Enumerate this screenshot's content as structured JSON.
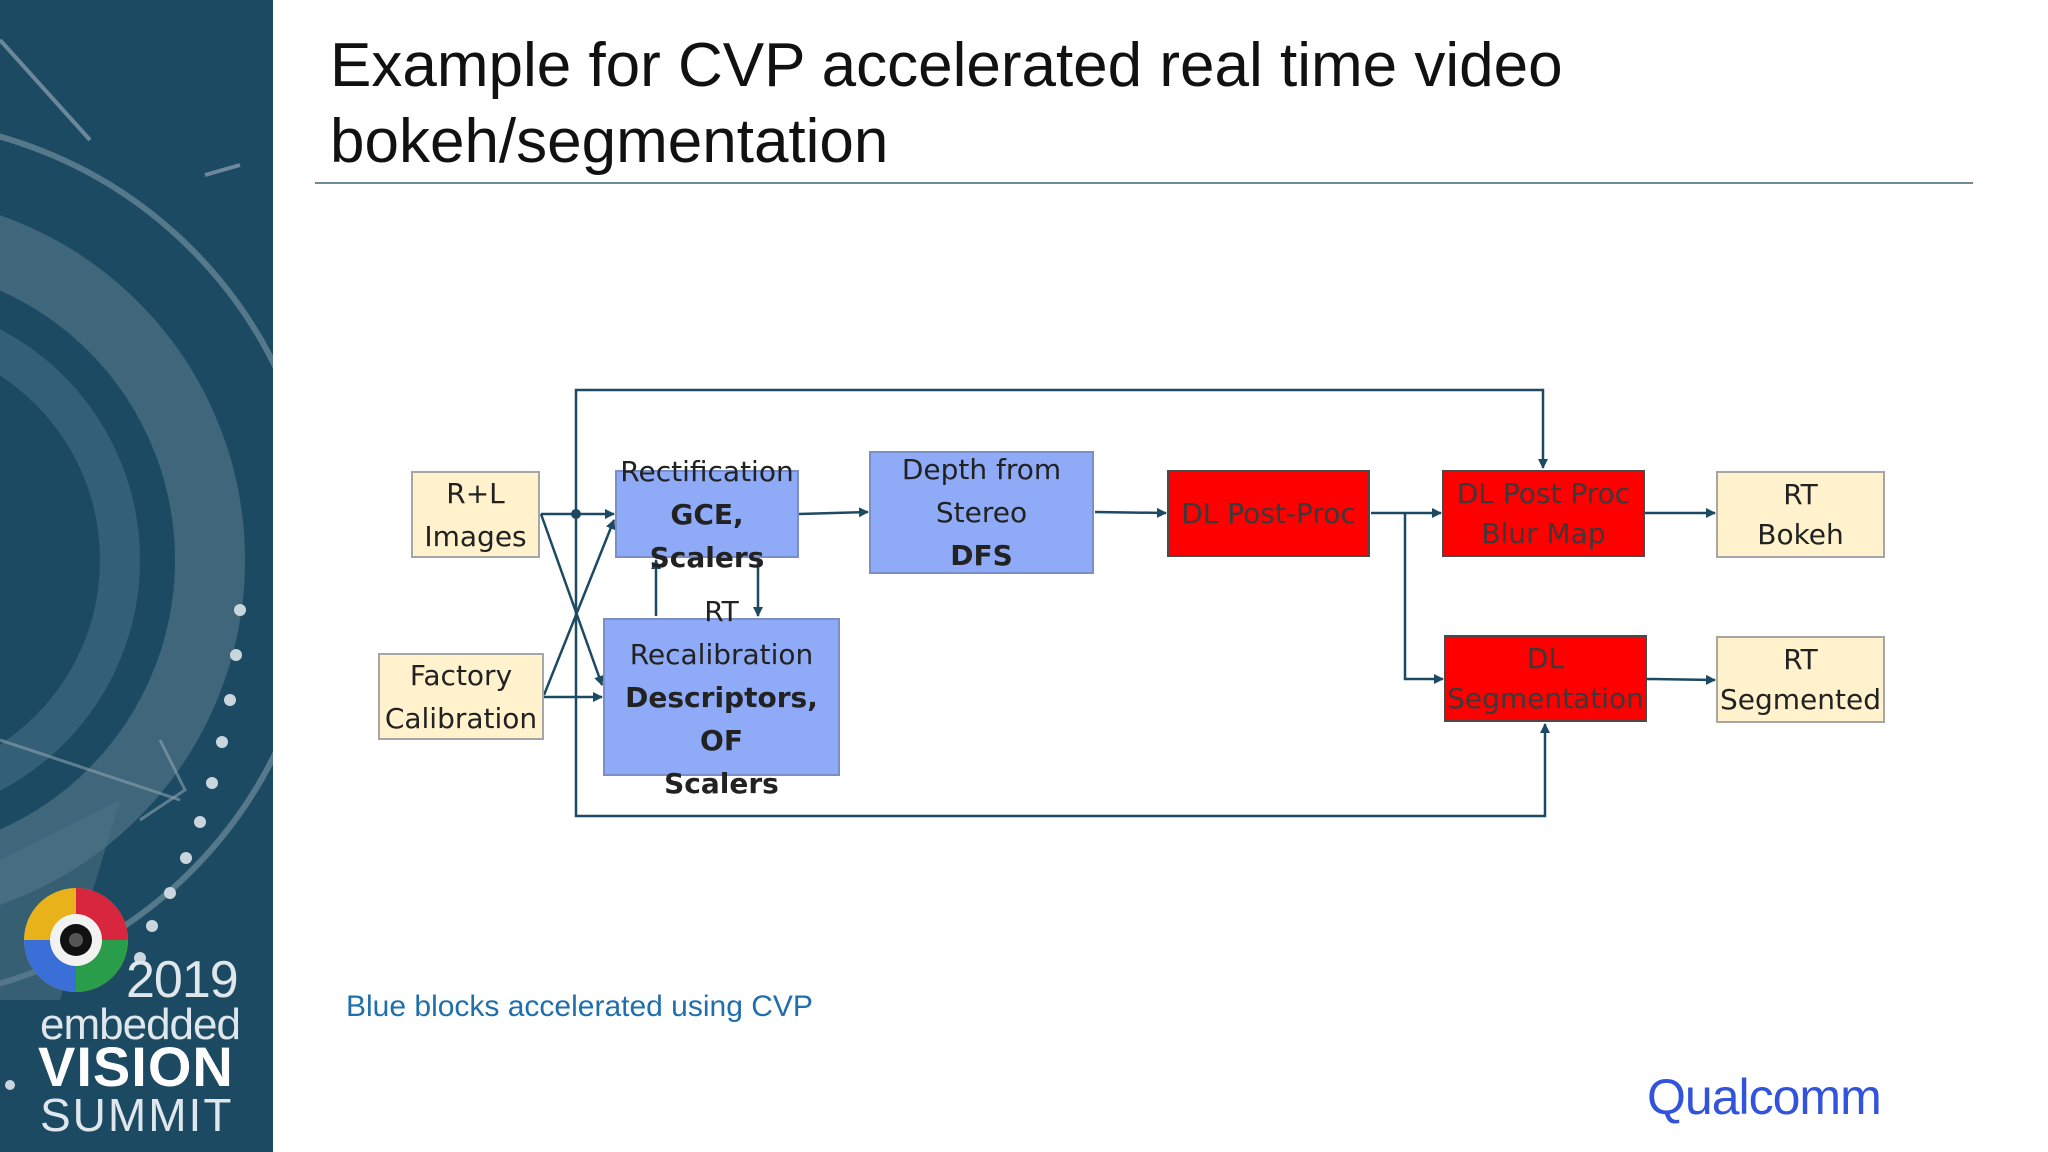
{
  "slide": {
    "title_line1": "Example for CVP accelerated real time video",
    "title_line2": "bokeh/segmentation",
    "note": "Blue blocks accelerated using CVP",
    "logo": "Qualcomm"
  },
  "branding": {
    "year": "2019",
    "line1": "embedded",
    "line2": "VISION",
    "line3": "SUMMIT"
  },
  "diagram": {
    "rl_images": {
      "line1": "R+L",
      "line2": "Images"
    },
    "factory": {
      "line1": "Factory",
      "line2": "Calibration"
    },
    "rectification": {
      "line1": "Rectification",
      "line2": "GCE, Scalers"
    },
    "recalibration": {
      "line1": "RT",
      "line2": "Recalibration",
      "line3": "Descriptors, OF",
      "line4": "Scalers"
    },
    "depth": {
      "line1": "Depth from",
      "line2": "Stereo",
      "line3": "DFS"
    },
    "dl_postproc": {
      "line1": "DL Post-Proc"
    },
    "dl_blur": {
      "line1": "DL Post Proc",
      "line2": "Blur Map"
    },
    "dl_seg": {
      "line1": "DL",
      "line2": "Segmentation"
    },
    "rt_bokeh": {
      "line1": "RT",
      "line2": "Bokeh"
    },
    "rt_segmented": {
      "line1": "RT",
      "line2": "Segmented"
    }
  },
  "colors": {
    "sidebar": "#1d4a63",
    "cvp_block": "#8faaf7",
    "dl_block": "#ff0000",
    "io_block": "#fff2cc",
    "connector": "#1d4a63",
    "note": "#1f6fad",
    "logo": "#3253dc"
  }
}
